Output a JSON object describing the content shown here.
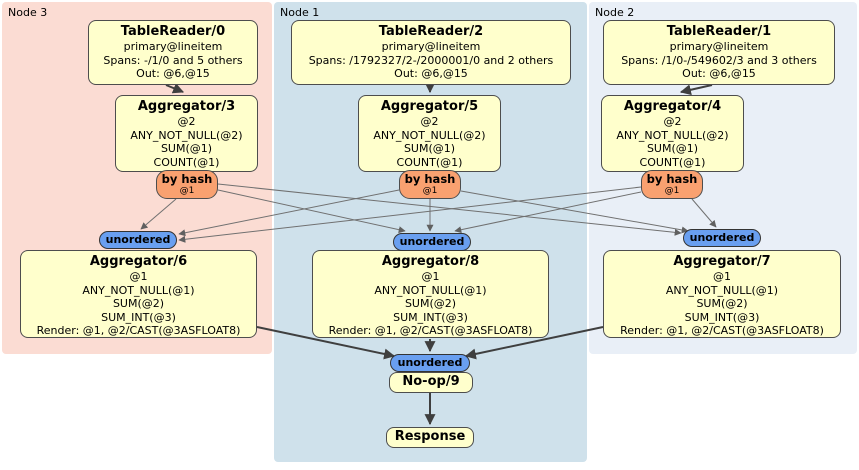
{
  "diagram": {
    "regions": [
      {
        "label": "Node 3"
      },
      {
        "label": "Node 1"
      },
      {
        "label": "Node 2"
      }
    ],
    "processors": {
      "tablereader0": {
        "title": "TableReader/0",
        "lines": [
          "primary@lineitem",
          "Spans: -/1/0 and 5 others",
          "Out: @6,@15"
        ]
      },
      "tablereader2": {
        "title": "TableReader/2",
        "lines": [
          "primary@lineitem",
          "Spans: /1792327/2-/2000001/0 and 2 others",
          "Out: @6,@15"
        ]
      },
      "tablereader1": {
        "title": "TableReader/1",
        "lines": [
          "primary@lineitem",
          "Spans: /1/0-/549602/3 and 3 others",
          "Out: @6,@15"
        ]
      },
      "aggregator3": {
        "title": "Aggregator/3",
        "lines": [
          "@2",
          "ANY_NOT_NULL(@2)",
          "SUM(@1)",
          "COUNT(@1)"
        ]
      },
      "aggregator5": {
        "title": "Aggregator/5",
        "lines": [
          "@2",
          "ANY_NOT_NULL(@2)",
          "SUM(@1)",
          "COUNT(@1)"
        ]
      },
      "aggregator4": {
        "title": "Aggregator/4",
        "lines": [
          "@2",
          "ANY_NOT_NULL(@2)",
          "SUM(@1)",
          "COUNT(@1)"
        ]
      },
      "aggregator6": {
        "title": "Aggregator/6",
        "lines": [
          "@1",
          "ANY_NOT_NULL(@1)",
          "SUM(@2)",
          "SUM_INT(@3)",
          "Render: @1, @2/CAST(@3ASFLOAT8)"
        ]
      },
      "aggregator8": {
        "title": "Aggregator/8",
        "lines": [
          "@1",
          "ANY_NOT_NULL(@1)",
          "SUM(@2)",
          "SUM_INT(@3)",
          "Render: @1, @2/CAST(@3ASFLOAT8)"
        ]
      },
      "aggregator7": {
        "title": "Aggregator/7",
        "lines": [
          "@1",
          "ANY_NOT_NULL(@1)",
          "SUM(@2)",
          "SUM_INT(@3)",
          "Render: @1, @2/CAST(@3ASFLOAT8)"
        ]
      },
      "noop9": {
        "title": "No-op/9"
      },
      "response": {
        "title": "Response"
      }
    },
    "routers": {
      "by_hash": {
        "label": "by hash",
        "key": "@1"
      },
      "unordered": {
        "label": "unordered"
      }
    },
    "colors": {
      "region_node3_bg": "#fbdcd3",
      "region_node1_bg": "#cfe1eb",
      "region_node2_bg": "#e9eff7",
      "processor_box_bg": "#ffffcc",
      "processor_box_border": "#4d4d4d",
      "hash_router_bg": "#f9a170",
      "unordered_sync_bg": "#699ff0",
      "edge_thin": "#707070",
      "edge_thick": "#3f3f3f"
    }
  }
}
